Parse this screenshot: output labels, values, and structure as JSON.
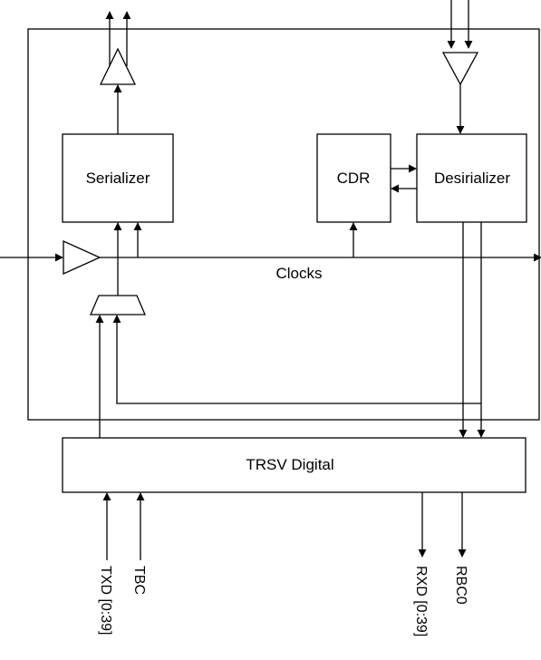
{
  "blocks": {
    "serializer": "Serializer",
    "cdr": "CDR",
    "deserializer": "Desirializer",
    "trsv_digital": "TRSV Digital"
  },
  "labels": {
    "clocks": "Clocks"
  },
  "pins": {
    "txd": "TXD [0:39]",
    "tbc": "TBC",
    "rxd": "RXD [0:39]",
    "rbc0": "RBC0"
  },
  "colors": {
    "stroke": "#000000",
    "background": "#ffffff"
  }
}
